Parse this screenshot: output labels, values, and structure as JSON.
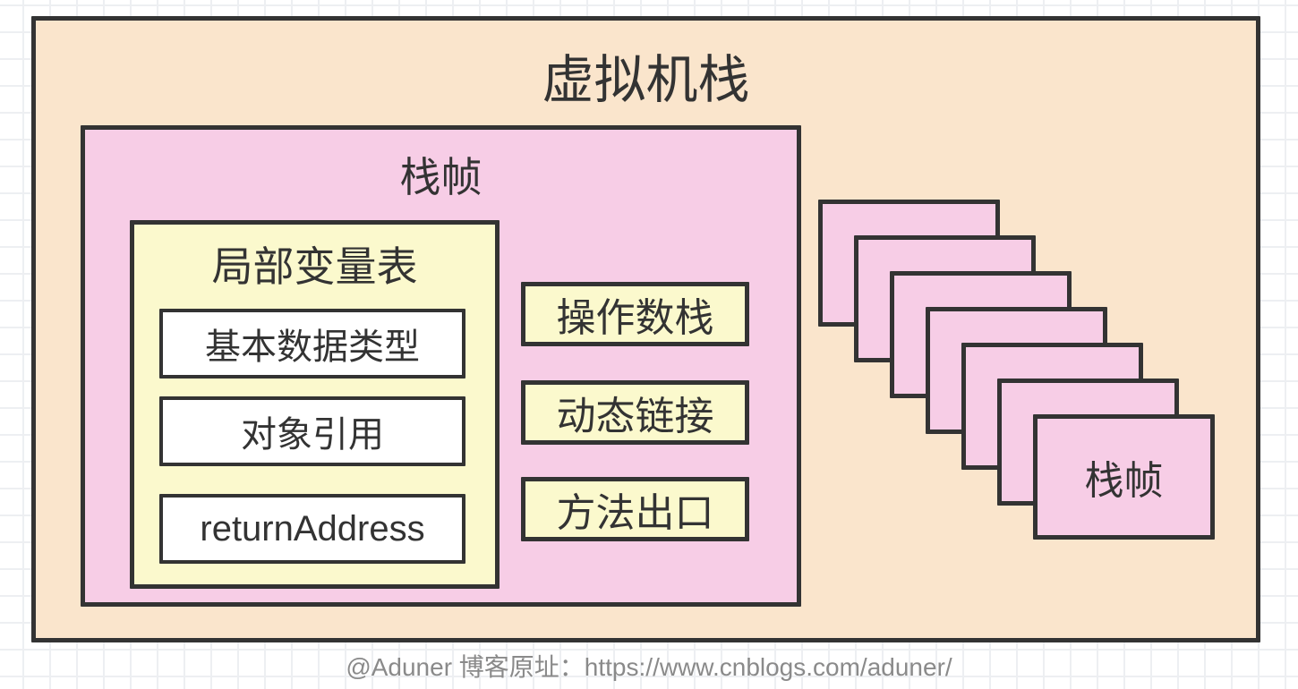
{
  "diagram": {
    "title": "虚拟机栈",
    "stack_frame": {
      "title": "栈帧",
      "local_variable_table": {
        "title": "局部变量表",
        "items": [
          "基本数据类型",
          "对象引用",
          "returnAddress"
        ]
      },
      "components": [
        "操作数栈",
        "动态链接",
        "方法出口"
      ]
    },
    "frame_stack": {
      "card_count": 7,
      "front_label": "栈帧"
    }
  },
  "caption": "@Aduner 博客原址：https://www.cnblogs.com/aduner/",
  "colors": {
    "outer_fill": "#fae5cc",
    "frame_fill": "#f7cde6",
    "yellow_fill": "#fbf9cd",
    "item_fill": "#ffffff",
    "border": "#333333",
    "text": "#333333",
    "caption_text": "#8a8a8a",
    "grid_line": "#edeff2",
    "page_background": "#ffffff"
  }
}
